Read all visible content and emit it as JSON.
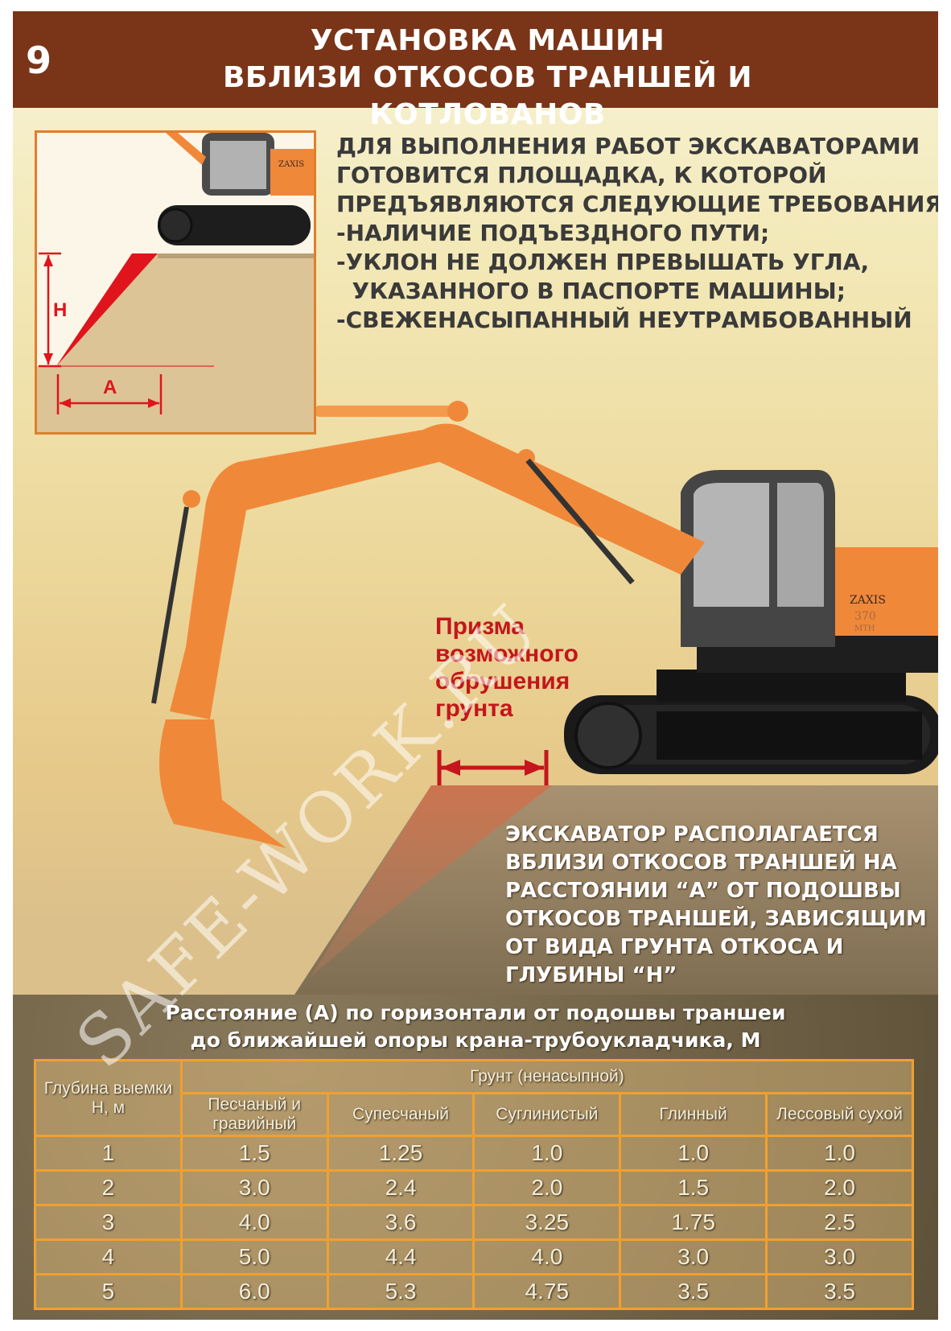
{
  "header": {
    "number": "9",
    "title": "УСТАНОВКА МАШИН\nВБЛИЗИ ОТКОСОВ ТРАНШЕЙ И КОТЛОВАНОВ"
  },
  "inset": {
    "height_label": "Н",
    "distance_label": "А",
    "machine_brand": "ZAXIS"
  },
  "intro_text": "ДЛЯ ВЫПОЛНЕНИЯ РАБОТ ЭКСКАВАТОРАМИ\nГОТОВИТСЯ ПЛОЩАДКА, К КОТОРОЙ\nПРЕДЪЯВЛЯЮТСЯ СЛЕДУЮЩИЕ ТРЕБОВАНИЯ:\n-НАЛИЧИЕ ПОДЪЕЗДНОГО ПУТИ;\n-УКЛОН НЕ ДОЛЖЕН ПРЕВЫШАТЬ УГЛА,\n  УКАЗАННОГО В ПАСПОРТЕ МАШИНЫ;\n-СВЕЖЕНАСЫПАННЫЙ НЕУТРАМБОВАННЫЙ",
  "prism_label": "Призма\nвозможного\nобрушения\nгрунта",
  "machine": {
    "brand": "ZAXIS",
    "model": "370",
    "suffix": "MTH"
  },
  "location_text": "ЭКСКАВАТОР РАСПОЛАГАЕТСЯ\nВБЛИЗИ ОТКОСОВ ТРАНШЕЙ НА\nРАССТОЯНИИ “А” ОТ ПОДОШВЫ\nОТКОСОВ ТРАНШЕЙ, ЗАВИСЯЩИМ\nОТ ВИДА ГРУНТА ОТКОСА И\nГЛУБИНЫ “Н”",
  "table": {
    "caption_line1": "Расстояние (А) по горизонтали от подошвы траншеи",
    "caption_line2": "до ближайшей опоры крана-трубоукладчика, М",
    "depth_header": "Глубина выемки\nН, м",
    "soil_header": "Грунт (ненасыпной)",
    "soil_types": [
      "Песчаный и\nгравийный",
      "Супесчаный",
      "Суглинистый",
      "Глинный",
      "Лессовый сухой"
    ],
    "rows": [
      {
        "depth": "1",
        "values": [
          "1.5",
          "1.25",
          "1.0",
          "1.0",
          "1.0"
        ]
      },
      {
        "depth": "2",
        "values": [
          "3.0",
          "2.4",
          "2.0",
          "1.5",
          "2.0"
        ]
      },
      {
        "depth": "3",
        "values": [
          "4.0",
          "3.6",
          "3.25",
          "1.75",
          "2.5"
        ]
      },
      {
        "depth": "4",
        "values": [
          "5.0",
          "4.4",
          "4.0",
          "3.0",
          "3.0"
        ]
      },
      {
        "depth": "5",
        "values": [
          "6.0",
          "5.3",
          "4.75",
          "3.5",
          "3.5"
        ]
      }
    ]
  },
  "watermark": "SAFE-WORK.RU",
  "colors": {
    "header_bg": "#7a3418",
    "excavator_orange": "#f0883a",
    "prism_red": "#c4161c",
    "table_border": "#f0a030"
  }
}
